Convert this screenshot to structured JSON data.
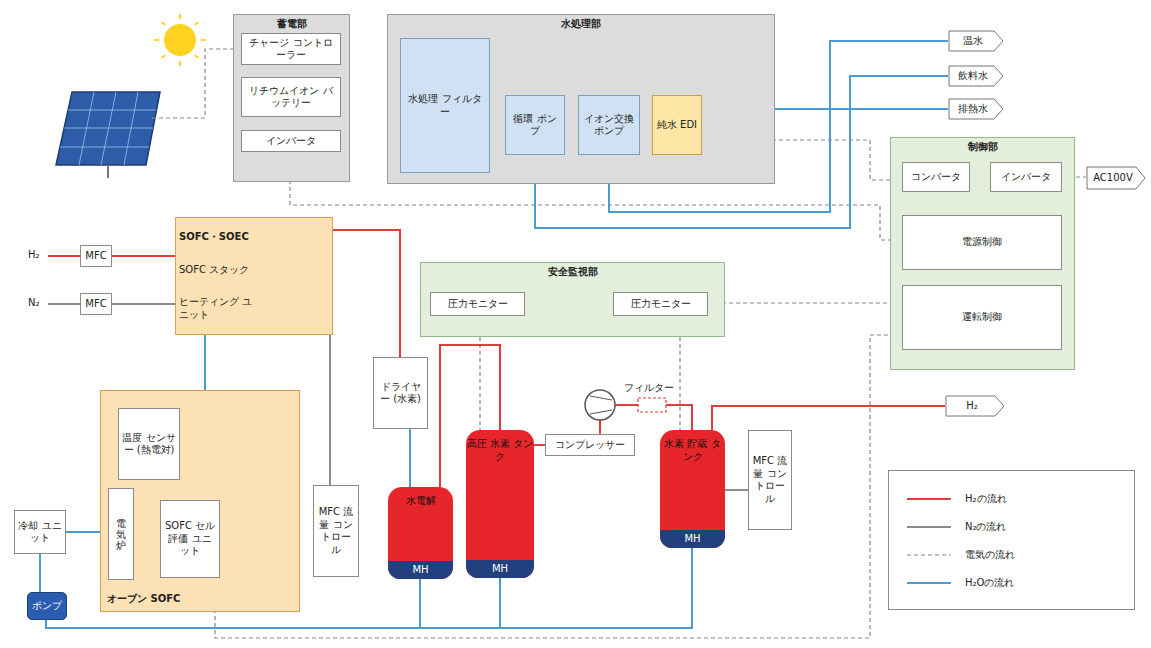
{
  "diagram": {
    "nodes": [
      {
        "text": [
          "蓄電部"
        ]
      },
      {
        "text": [
          "チャージ コントローラー"
        ],
        "in": 0
      },
      {
        "text": [
          "リチウムイオン バッテリー"
        ],
        "in": 0
      },
      {
        "text": [
          "インバータ"
        ],
        "in": 0
      },
      {
        "text": [
          "水処理部"
        ]
      },
      {
        "text": [
          "水処理 フィルター"
        ],
        "in": 4
      },
      {
        "text": [
          "循環 ポンプ"
        ],
        "in": 4
      },
      {
        "text": [
          "イオン交換 ポンプ"
        ],
        "in": 4
      },
      {
        "text": [
          "純水 EDI"
        ],
        "in": 4
      },
      {
        "text": [
          "温水"
        ]
      },
      {
        "text": [
          "飲料水"
        ]
      },
      {
        "text": [
          "排熱水"
        ]
      },
      {
        "text": [
          "制御部"
        ]
      },
      {
        "text": [
          "コンバータ"
        ],
        "in": 12
      },
      {
        "text": [
          "インバータ"
        ],
        "in": 12
      },
      {
        "text": [
          "AC100V"
        ]
      },
      {
        "text": [
          "電源制御"
        ],
        "in": 12
      },
      {
        "text": [
          "運転制御"
        ],
        "in": 12
      },
      {
        "text": [
          "MFC"
        ]
      },
      {
        "text": [
          "MFC"
        ]
      },
      {
        "text": [
          "SOFC・SOEC",
          "SOFC スタック",
          "ヒーティング ユニット"
        ]
      },
      {
        "text": [
          "安全監視部"
        ]
      },
      {
        "text": [
          "圧力モニター"
        ],
        "in": 21
      },
      {
        "text": [
          "圧力モニター"
        ],
        "in": 21
      },
      {
        "text": [
          "ドライヤー (水素)"
        ]
      },
      {
        "text": [
          "水電解",
          "MH"
        ]
      },
      {
        "text": [
          "高圧 水素 タンク",
          "MH"
        ]
      },
      {
        "text": [
          "コンプレッサー"
        ]
      },
      {
        "text": [
          "水素 貯蔵 タンク",
          "MH"
        ]
      },
      {
        "text": [
          "MFC 流量 コントロール"
        ]
      },
      {
        "text": [
          "H₂"
        ]
      },
      {
        "text": [
          "オーブン SOFC"
        ]
      },
      {
        "text": [
          "温度 センサー (熱電対)"
        ],
        "in": 31
      },
      {
        "text": [
          "電気炉"
        ],
        "in": 31
      },
      {
        "text": [
          "SOFC セル 評価 ユニット"
        ],
        "in": 31
      },
      {
        "text": [
          "MFC 流量 コントロール"
        ]
      },
      {
        "text": [
          "冷却 ユニット"
        ]
      },
      {
        "text": [
          "ポンプ"
        ]
      }
    ],
    "edges": [
      {
        "from": 1,
        "to": 2,
        "arrow": "none"
      },
      {
        "from": 2,
        "to": 3,
        "arrow": "none"
      },
      {
        "from": 3,
        "to": 16,
        "arrow": "none"
      },
      {
        "from": 5,
        "to": 6,
        "arrow": "none"
      },
      {
        "from": 5,
        "to": 7,
        "arrow": "none"
      },
      {
        "from": 5,
        "to": 8,
        "arrow": "none"
      },
      {
        "from": 6,
        "to": 10,
        "arrow": "none"
      },
      {
        "from": 7,
        "to": 9,
        "arrow": "none"
      },
      {
        "from": 8,
        "to": 11,
        "arrow": "none"
      },
      {
        "from": 8,
        "to": 13,
        "arrow": "none"
      },
      {
        "from": 13,
        "to": 14,
        "arrow": "none"
      },
      {
        "from": 14,
        "to": 15,
        "arrow": "none"
      },
      {
        "from": 13,
        "to": 16,
        "arrow": "none"
      },
      {
        "from": 16,
        "to": 17,
        "arrow": "none"
      },
      {
        "from": 18,
        "to": 20,
        "arrow": "none"
      },
      {
        "from": 19,
        "to": 20,
        "arrow": "none"
      },
      {
        "from": 20,
        "to": 24,
        "arrow": "none"
      },
      {
        "from": 20,
        "to": 35,
        "arrow": "none"
      },
      {
        "from": 20,
        "to": 34,
        "arrow": "none"
      },
      {
        "from": 23,
        "to": 17,
        "arrow": "none"
      },
      {
        "from": 22,
        "to": 26,
        "arrow": "none"
      },
      {
        "from": 23,
        "to": 28,
        "arrow": "none"
      },
      {
        "from": 24,
        "to": 25,
        "arrow": "none"
      },
      {
        "from": 25,
        "to": 26,
        "arrow": "none"
      },
      {
        "from": 26,
        "to": 27,
        "arrow": "none"
      },
      {
        "from": 27,
        "to": 28,
        "arrow": "none"
      },
      {
        "from": 28,
        "to": 30,
        "arrow": "none"
      },
      {
        "from": 28,
        "to": 29,
        "arrow": "none"
      },
      {
        "from": 17,
        "to": 34,
        "arrow": "none"
      },
      {
        "from": 32,
        "to": 34,
        "arrow": "none"
      },
      {
        "from": 36,
        "to": 33,
        "arrow": "none"
      },
      {
        "from": 36,
        "to": 37,
        "arrow": "none"
      },
      {
        "from": 37,
        "to": 25,
        "arrow": "none"
      },
      {
        "from": 37,
        "to": 26,
        "arrow": "none"
      },
      {
        "from": 37,
        "to": 28,
        "arrow": "none"
      }
    ],
    "labels": [
      "H₂",
      "N₂",
      "フィルター"
    ],
    "legend": [
      {
        "text": "H₂の流れ",
        "color": "#e23b3b"
      },
      {
        "text": "N₂の流れ",
        "color": "#8c8c8c"
      },
      {
        "text": "電気の流れ"
      },
      {
        "text": "H₂Oの流れ",
        "color": "#4a9cd0"
      }
    ]
  }
}
